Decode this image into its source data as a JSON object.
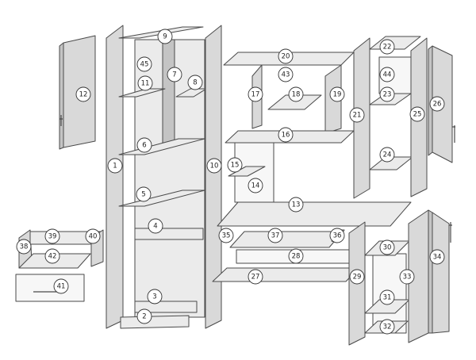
{
  "diagram": {
    "part_labels": [
      "1",
      "2",
      "3",
      "4",
      "5",
      "6",
      "7",
      "8",
      "9",
      "10",
      "11",
      "12",
      "13",
      "14",
      "15",
      "16",
      "17",
      "18",
      "19",
      "20",
      "21",
      "22",
      "23",
      "24",
      "25",
      "26",
      "27",
      "28",
      "29",
      "30",
      "31",
      "32",
      "33",
      "34",
      "35",
      "36",
      "37",
      "38",
      "39",
      "40",
      "41",
      "42",
      "43",
      "44",
      "45"
    ]
  },
  "colors": {
    "panel_front": "#d9d9d9",
    "panel_light": "#ebebeb",
    "panel_dark": "#c4c4c4",
    "outline": "#4a4a4a",
    "background": "#ffffff"
  }
}
